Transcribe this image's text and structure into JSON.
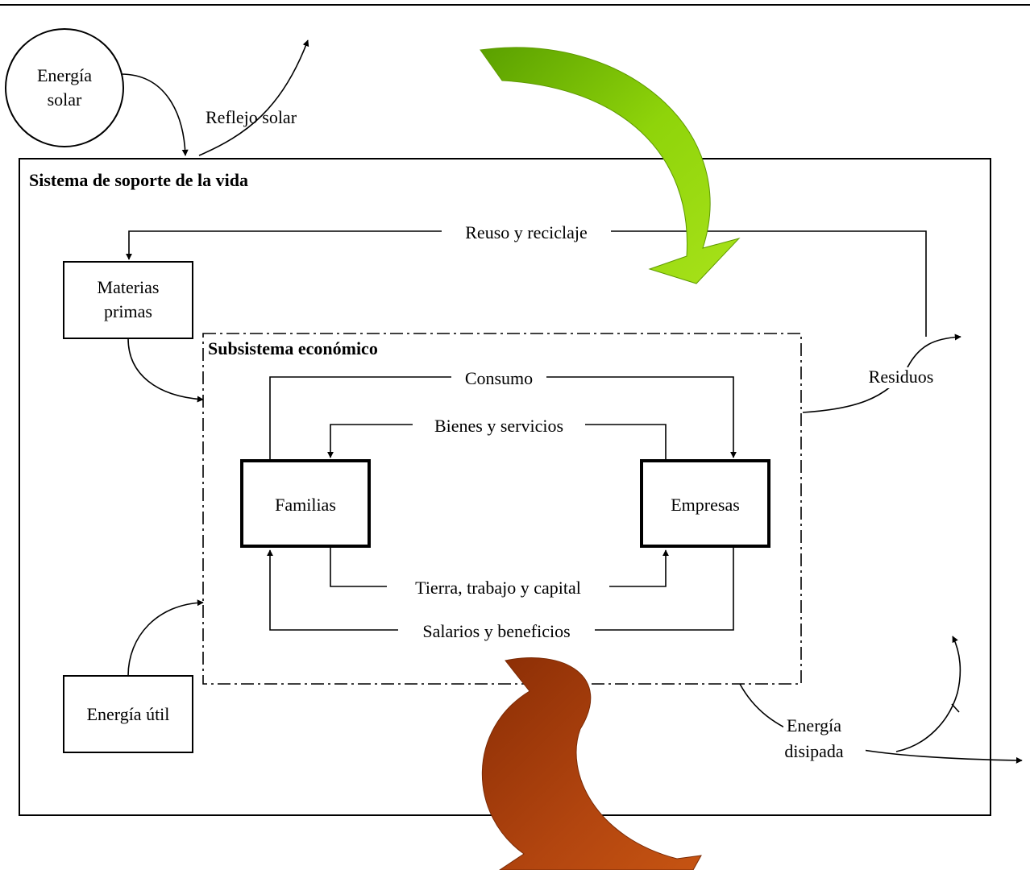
{
  "diagram": {
    "sun": {
      "line1": "Energía",
      "line2": "solar"
    },
    "reflection": "Reflejo solar",
    "outer_title": "Sistema de soporte de la vida",
    "reuse": "Reuso y reciclaje",
    "raw_materials": {
      "line1": "Materias",
      "line2": "primas"
    },
    "economic_title": "Subsistema económico",
    "consumption": "Consumo",
    "goods": "Bienes y servicios",
    "families": "Familias",
    "companies": "Empresas",
    "factors": "Tierra, trabajo y capital",
    "wages": "Salarios y beneficios",
    "waste": "Residuos",
    "useful_energy": "Energía útil",
    "dissipated": {
      "line1": "Energía",
      "line2": "disipada"
    }
  },
  "colors": {
    "green_arrow": "#7cc400",
    "brown_arrow": "#a53a0c"
  }
}
